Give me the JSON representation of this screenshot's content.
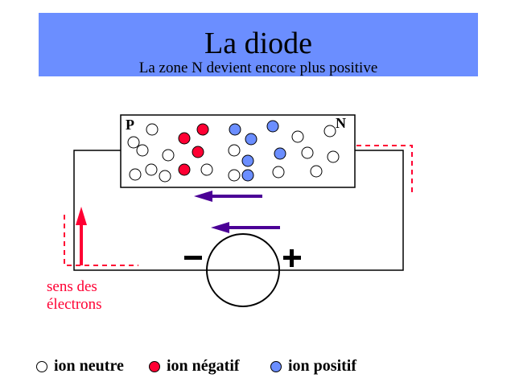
{
  "header": {
    "title": "La diode",
    "subtitle": "La zone N devient encore plus positive"
  },
  "diagram": {
    "label_p": "P",
    "label_n": "N",
    "minus_sign": "−",
    "plus_sign": "+",
    "electron_direction_label_line1": "sens des",
    "electron_direction_label_line2": "électrons"
  },
  "legend": [
    {
      "label": "ion neutre",
      "color": "#ffffff"
    },
    {
      "label": "ion négatif",
      "color": "#ff0033"
    },
    {
      "label": "ion positif",
      "color": "#6b8eff"
    }
  ],
  "colors": {
    "banner": "#6b8eff",
    "negative": "#ff0033",
    "positive": "#6b8eff",
    "arrow": "#4b0096",
    "electron": "#ff0033"
  }
}
